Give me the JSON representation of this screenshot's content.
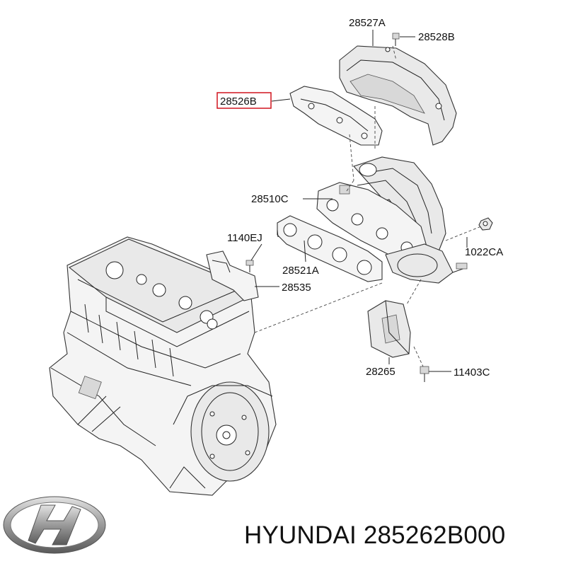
{
  "labels": {
    "p28527A": "28527A",
    "p28528B": "28528B",
    "p28526B": "28526B",
    "p28510C": "28510C",
    "p1140EJ": "1140EJ",
    "p1022CA": "1022CA",
    "p28521A": "28521A",
    "p28535": "28535",
    "p28265": "28265",
    "p11403C": "11403C"
  },
  "highlight_color": "#d0141e",
  "brand": {
    "text": "HYUNDAI 285262B000",
    "logo": "hyundai-logo"
  }
}
